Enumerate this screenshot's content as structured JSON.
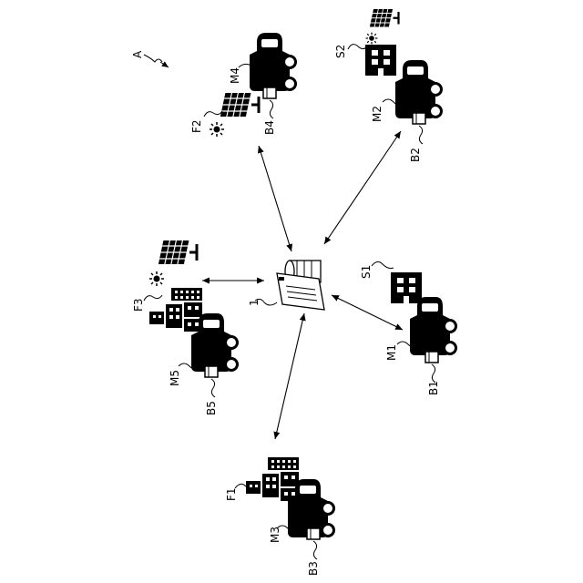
{
  "figure": {
    "system_label": "A",
    "server_label": "1",
    "nodes": [
      {
        "id": "m4",
        "label": "M4"
      },
      {
        "id": "b4",
        "label": "B4"
      },
      {
        "id": "f2",
        "label": "F2"
      },
      {
        "id": "s2",
        "label": "S2"
      },
      {
        "id": "m2",
        "label": "M2"
      },
      {
        "id": "b2",
        "label": "B2"
      },
      {
        "id": "s1",
        "label": "S1"
      },
      {
        "id": "m1",
        "label": "M1"
      },
      {
        "id": "b1",
        "label": "B1"
      },
      {
        "id": "f3",
        "label": "F3"
      },
      {
        "id": "m5",
        "label": "M5"
      },
      {
        "id": "b5",
        "label": "B5"
      },
      {
        "id": "f1",
        "label": "F1"
      },
      {
        "id": "m3",
        "label": "M3"
      },
      {
        "id": "b3",
        "label": "B3"
      }
    ]
  }
}
